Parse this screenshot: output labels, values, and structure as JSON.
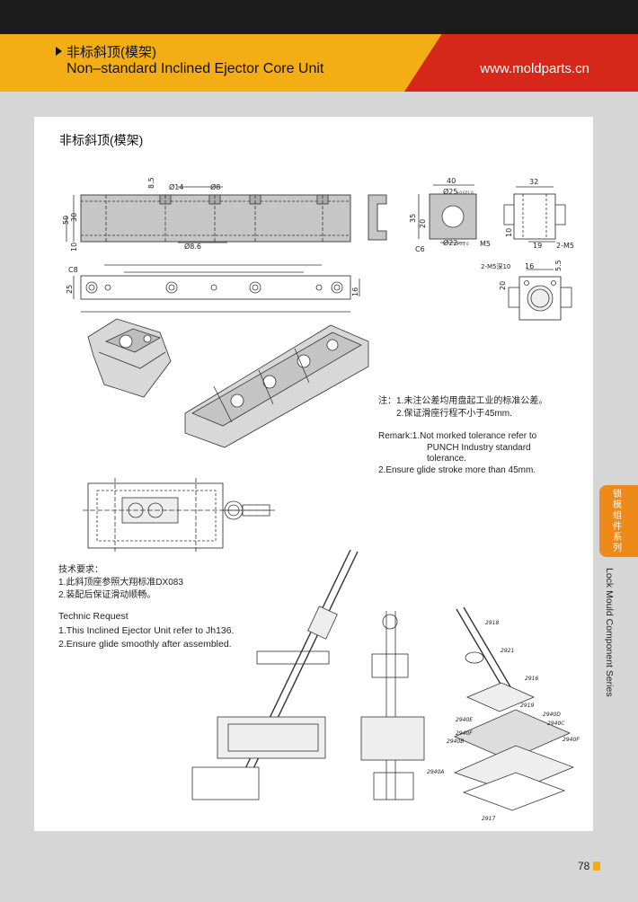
{
  "header": {
    "title_cn": "非标斜顶(模架)",
    "title_en": "Non–standard Inclined Ejector Core Unit",
    "website": "www.moldparts.cn"
  },
  "panel": {
    "title": "非标斜顶(模架)"
  },
  "dimensions": {
    "front_view": [
      "8.5",
      "Ø14",
      "Ø8",
      "50",
      "30",
      "10",
      "Ø8.6"
    ],
    "end_view": [
      "40",
      "Ø25",
      "+0.021 0",
      "20",
      "35",
      "C6",
      "Ø22",
      "+0.1 0",
      "M5"
    ],
    "side_view": [
      "32",
      "10",
      "19",
      "2-M5"
    ],
    "plan_view": [
      "C8",
      "25",
      "16"
    ],
    "bottom_view": [
      "2-M5深10",
      "16",
      "5.5",
      "20"
    ]
  },
  "notes_cn": {
    "label": "注：",
    "line1": "1.未注公差均用盘起工业的标准公差。",
    "line2": "2.保证滑座行程不小于45mm."
  },
  "remark_en": {
    "line1": "Remark:1.Not morked tolerance refer to",
    "line2": "PUNCH Industry standard",
    "line3": "tolerance.",
    "line4": "2.Ensure glide stroke more than 45mm."
  },
  "tech_cn": {
    "title": "技术要求：",
    "line1": "1.此斜顶座参照大翔标准DX083",
    "line2": "2.装配后保证滑动顺畅。"
  },
  "tech_en": {
    "title": "Technic Request",
    "line1": "1.This Inclined Ejector Unit refer to Jh136.",
    "line2": "2.Ensure glide smoothly after assembled."
  },
  "callouts": [
    "2918",
    "2921",
    "2916",
    "2919",
    "2940D",
    "2940C",
    "2940E",
    "2940F",
    "2940B",
    "2940F",
    "2940A",
    "2917"
  ],
  "side_tab": {
    "cn": "锁模组件系列",
    "en": "Lock Mould Component Series"
  },
  "page_number": "78",
  "colors": {
    "top_bar": "#1c1c1c",
    "banner_orange": "#f3ae16",
    "banner_red": "#d5281a",
    "tab_orange": "#ee8a1a",
    "background": "#d6d6d6"
  }
}
